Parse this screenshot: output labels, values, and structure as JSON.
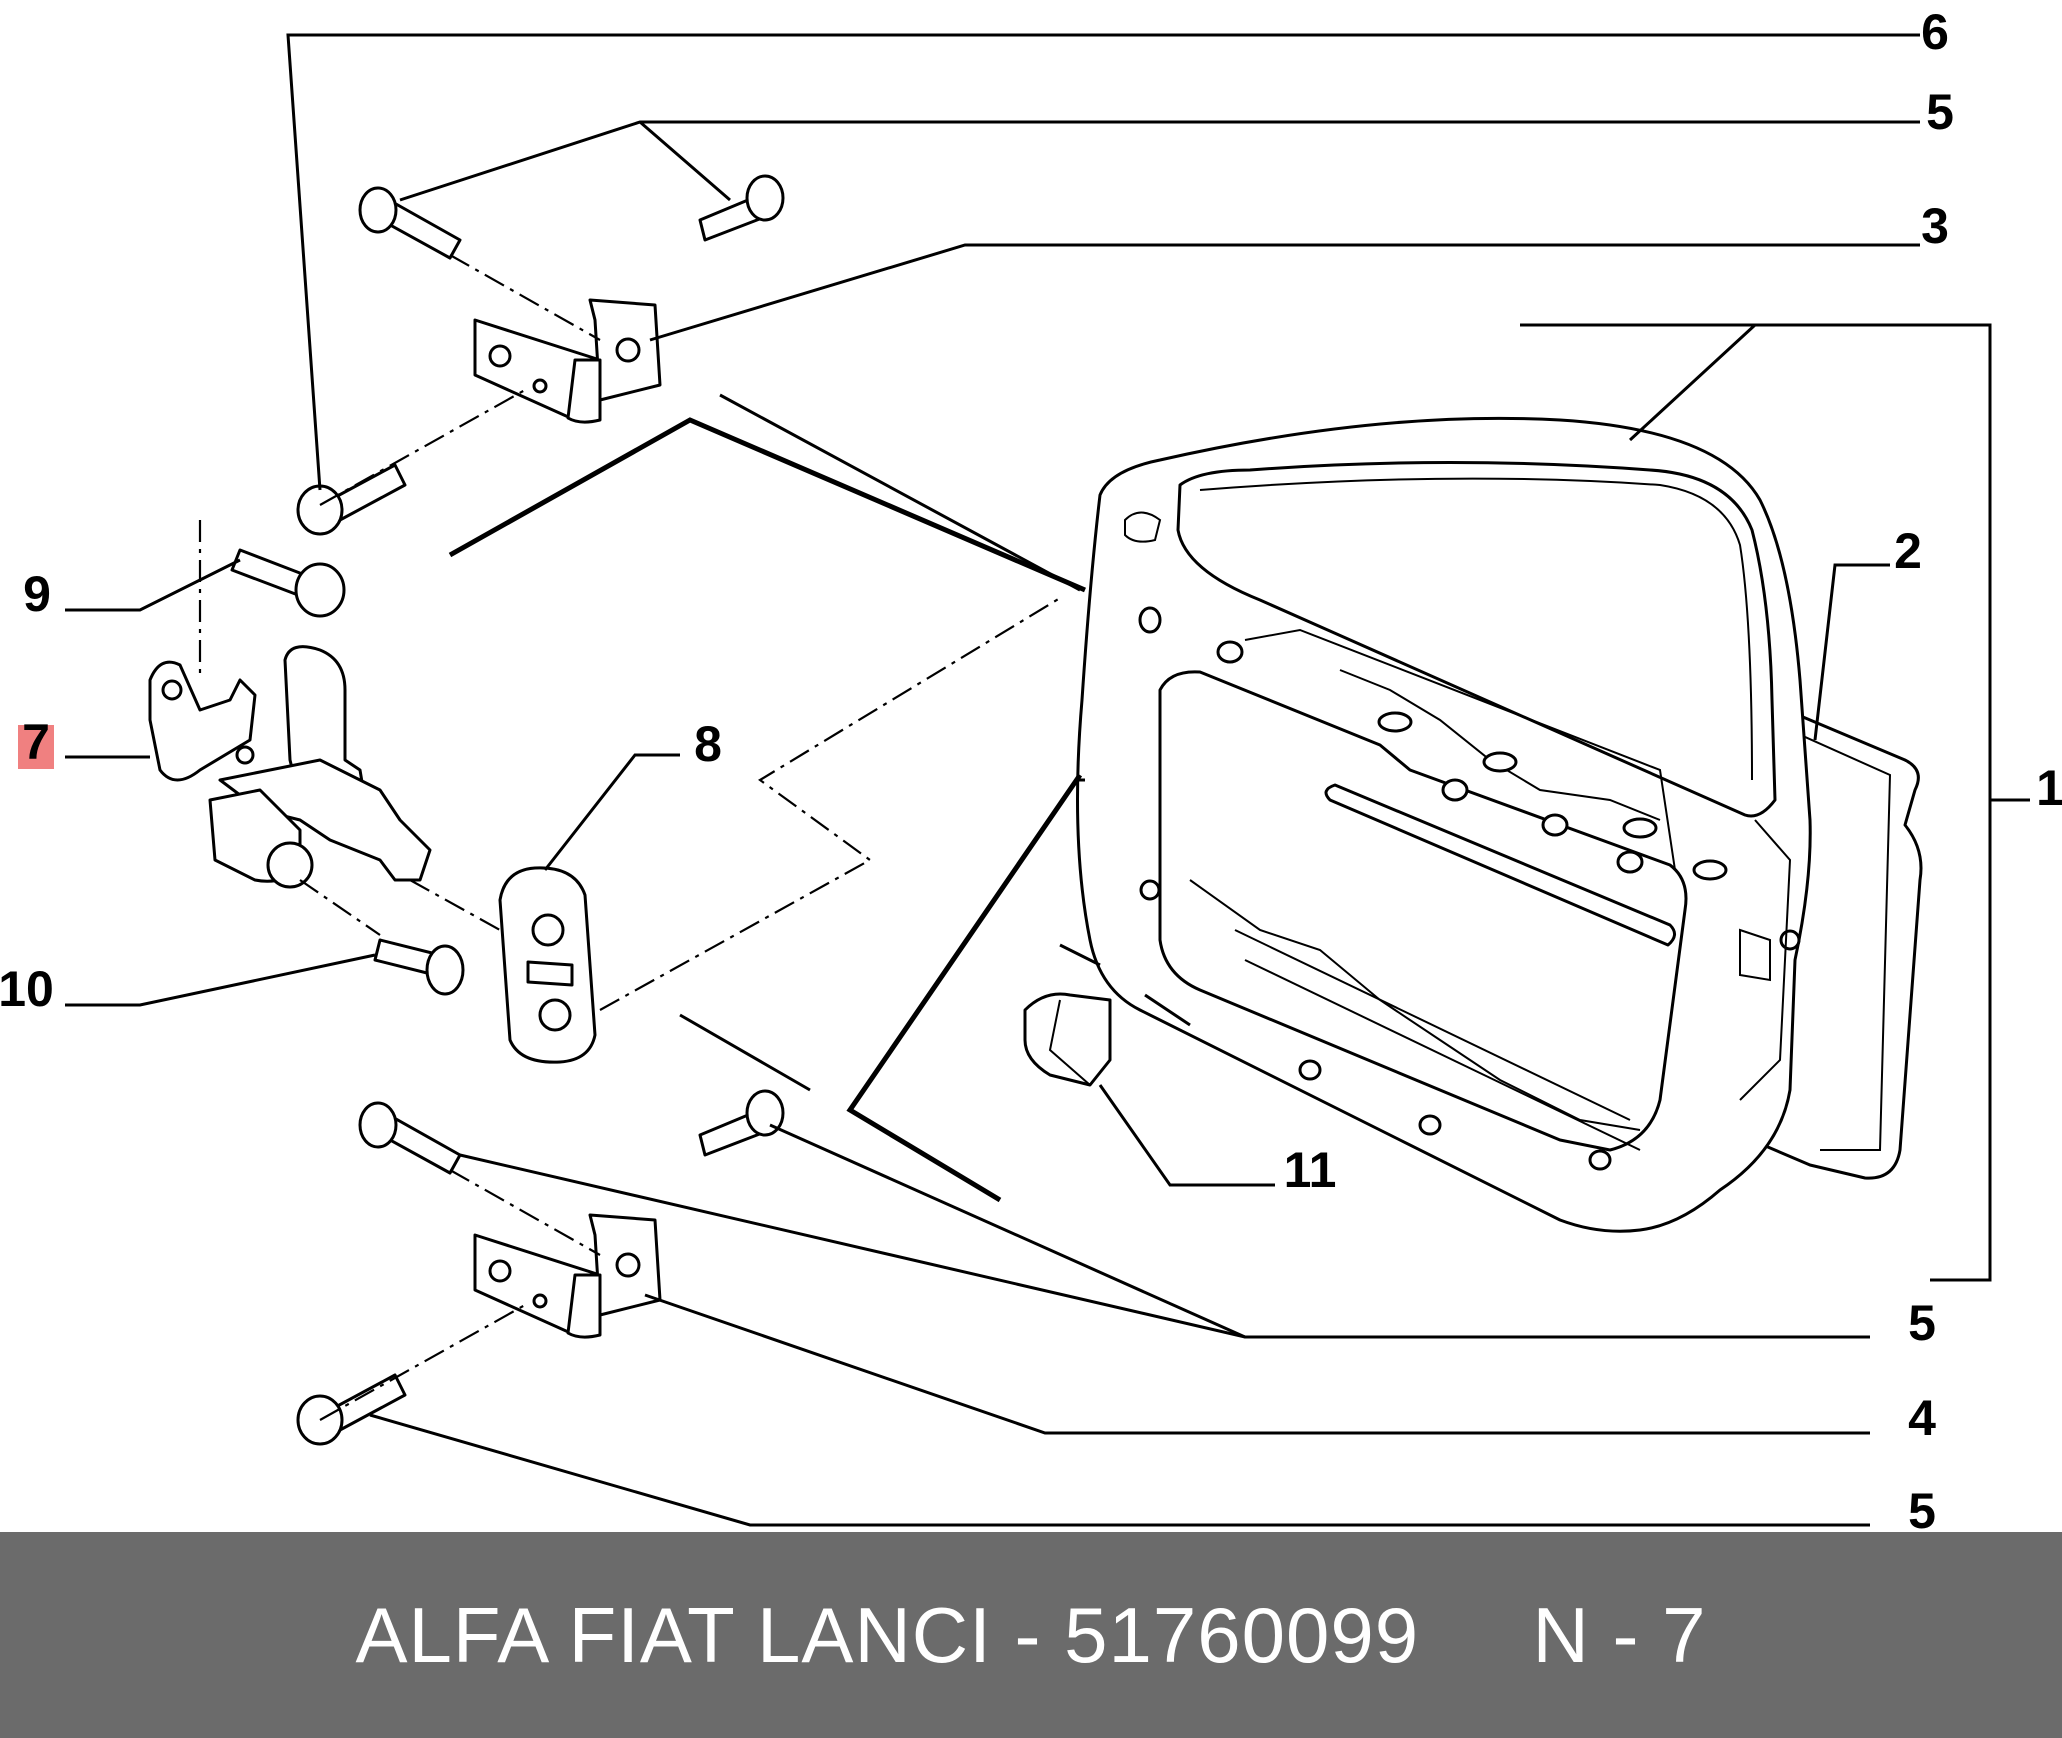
{
  "callouts": {
    "c1": "1",
    "c2": "2",
    "c3": "3",
    "c4": "4",
    "c5_top": "5",
    "c5_mid": "5",
    "c5_bottom": "5",
    "c6": "6",
    "c7": "7",
    "c8": "8",
    "c9": "9",
    "c10": "10",
    "c11": "11"
  },
  "highlight": {
    "callout": "7",
    "color": "#f08080"
  },
  "footer": {
    "text": "ALFA FIAT LANCI - 51760099     N - 7",
    "background": "#6b6b6b",
    "color": "#ffffff"
  }
}
